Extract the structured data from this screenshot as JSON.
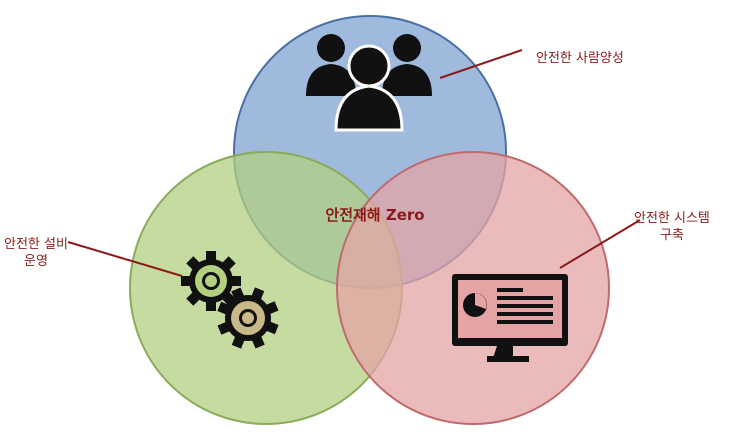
{
  "center_label": "안전재해 Zero",
  "labels": {
    "people": [
      "안전한 사람양성"
    ],
    "system": [
      "안전한 시스템",
      "구축"
    ],
    "equipment": [
      "안전한 설비",
      "운영"
    ]
  },
  "icons": {
    "top": "people-group-icon",
    "right": "monitor-chart-icon",
    "left": "gears-icon"
  },
  "colors": {
    "circle_blue": "#7fa3d1",
    "circle_green": "#b3cf80",
    "circle_red": "#e4a4a6",
    "outline_blue": "#4a6fa5",
    "outline_green": "#8aab5a",
    "outline_red": "#c06a6d",
    "label_text": "#8b1a1a",
    "leader_line": "#8b1a1a"
  }
}
